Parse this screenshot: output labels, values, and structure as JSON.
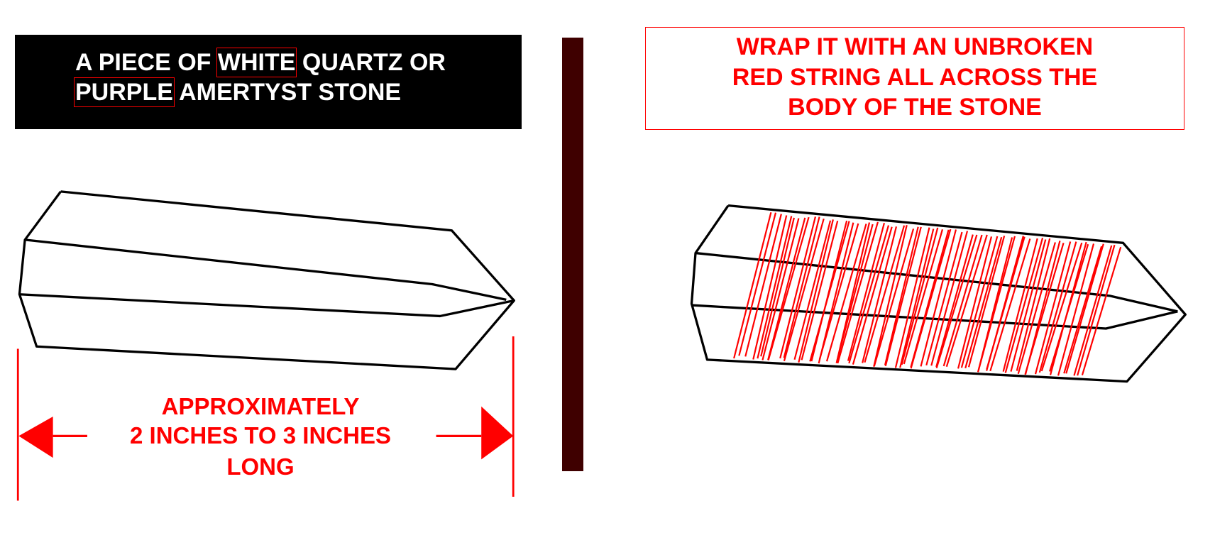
{
  "left_panel": {
    "title_line1_before": "A PIECE OF",
    "title_highlight1": "WHITE",
    "title_line1_after": "QUARTZ OR",
    "title_highlight2": "PURPLE",
    "title_line2_after": "AMERTYST STONE",
    "dimension_lines": [
      "APPROXIMATELY",
      "2 INCHES TO 3 INCHES",
      "LONG"
    ]
  },
  "right_panel": {
    "instruction_lines": [
      "WRAP IT WITH AN UNBROKEN",
      "RED STRING ALL ACROSS THE",
      "BODY OF THE STONE"
    ]
  },
  "colors": {
    "accent_red": "#ff0000",
    "divider": "#3f0000",
    "title_bg": "#000000"
  }
}
